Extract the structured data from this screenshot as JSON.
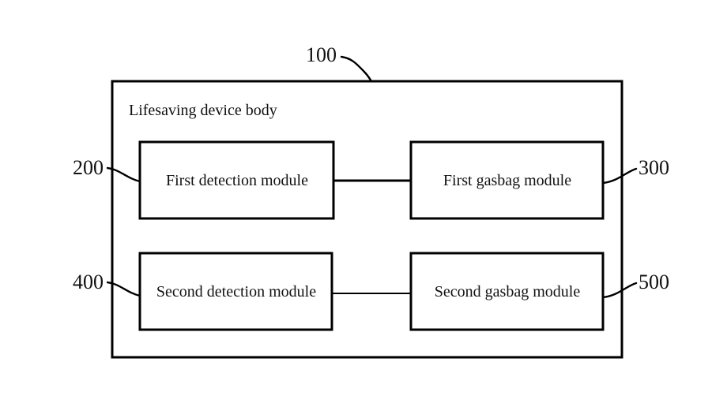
{
  "figure": {
    "type": "block-diagram",
    "background_color": "#ffffff",
    "line_color": "#000000",
    "text_color": "#111111",
    "container": {
      "label": "Lifesaving device body",
      "reference_numeral": "100"
    },
    "blocks": [
      {
        "id": "first-detection-module",
        "label": "First detection module",
        "reference_numeral": "200",
        "numeral_side": "left"
      },
      {
        "id": "first-gasbag-module",
        "label": "First gasbag module",
        "reference_numeral": "300",
        "numeral_side": "right"
      },
      {
        "id": "second-detection-module",
        "label": "Second detection module",
        "reference_numeral": "400",
        "numeral_side": "left"
      },
      {
        "id": "second-gasbag-module",
        "label": "Second gasbag module",
        "reference_numeral": "500",
        "numeral_side": "right"
      }
    ],
    "connections": [
      {
        "from": "first-detection-module",
        "to": "first-gasbag-module",
        "style": "plain-line"
      },
      {
        "from": "second-detection-module",
        "to": "second-gasbag-module",
        "style": "plain-line"
      }
    ]
  }
}
